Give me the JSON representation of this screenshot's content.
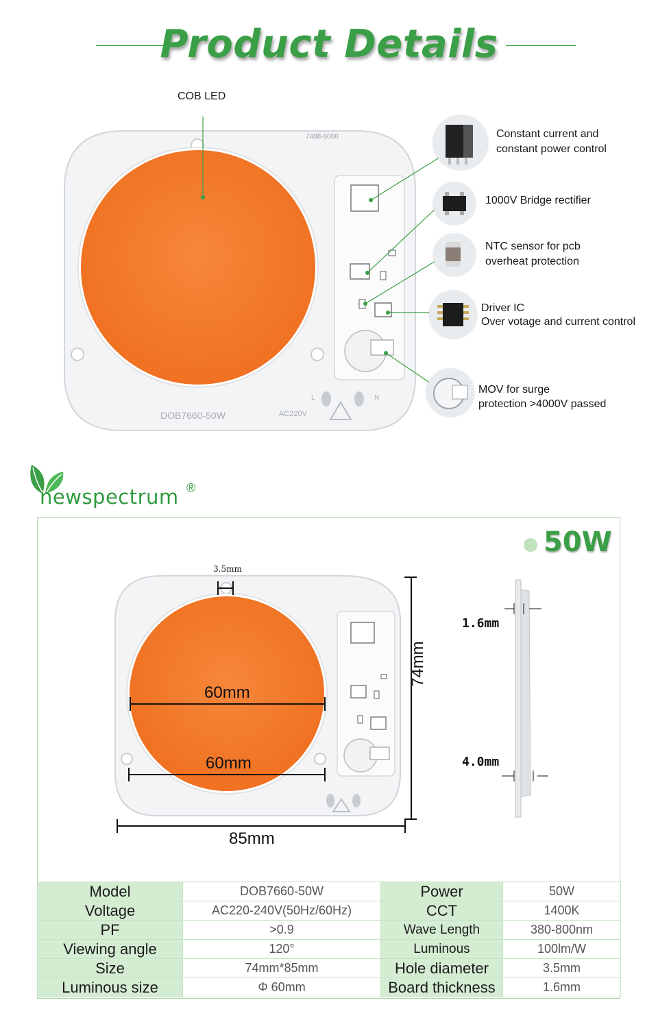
{
  "header": {
    "title": "Product Details"
  },
  "callouts": {
    "cob": "COB LED",
    "items": [
      {
        "line1": "Constant current and",
        "line2": "constant power control"
      },
      {
        "line1": "1000V Bridge rectifier",
        "line2": ""
      },
      {
        "line1": "NTC sensor for pcb",
        "line2": "overheat protection"
      },
      {
        "line1": "Driver IC",
        "line2": "Over votage and current control"
      },
      {
        "line1": "MOV for surge",
        "line2": "protection >4000V passed"
      }
    ]
  },
  "board": {
    "part": "7488-6060",
    "model": "DOB7660-50W",
    "ac": "AC220V",
    "pin_l": "L",
    "pin_n": "N"
  },
  "brand": {
    "name": "newspectrum",
    "reg": "®"
  },
  "dimensions": {
    "wattage": "50W",
    "hole": "3.5mm",
    "dia1": "60mm",
    "dia2": "60mm",
    "height": "74mm",
    "width": "85mm",
    "thickness": "1.6mm",
    "pin": "4.0mm"
  },
  "specs": [
    {
      "k1": "Model",
      "v1": "DOB7660-50W",
      "k2": "Power",
      "v2": "50W"
    },
    {
      "k1": "Voltage",
      "v1": "AC220-240V(50Hz/60Hz)",
      "k2": "CCT",
      "v2": "1400K"
    },
    {
      "k1": "PF",
      "v1": ">0.9",
      "k2": "Wave Length",
      "v2": "380-800nm"
    },
    {
      "k1": "Viewing angle",
      "v1": "120°",
      "k2": "Luminous",
      "v2": "100lm/W"
    },
    {
      "k1": "Size",
      "v1": "74mm*85mm",
      "k2": "Hole diameter",
      "v2": "3.5mm"
    },
    {
      "k1": "Luminous size",
      "v1": "Φ 60mm",
      "k2": "Board thickness",
      "v2": "1.6mm"
    }
  ],
  "colors": {
    "accent": "#3a9f46",
    "led": "#f47a2a",
    "header_cell": "#d4ecd2"
  }
}
